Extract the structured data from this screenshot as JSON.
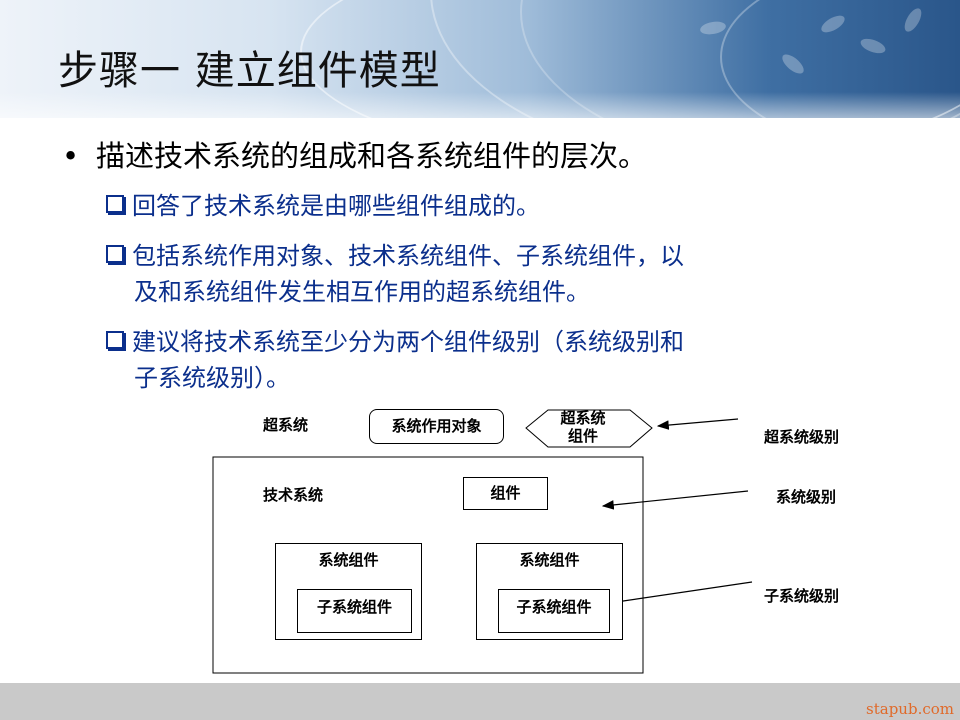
{
  "slide": {
    "title": "步骤一  建立组件模型",
    "bullet": "描述技术系统的组成和各系统组件的层次。",
    "subs": [
      {
        "lines": [
          "回答了技术系统是由哪些组件组成的。"
        ]
      },
      {
        "lines": [
          "包括系统作用对象、技术系统组件、子系统组件，以",
          "及和系统组件发生相互作用的超系统组件。"
        ]
      },
      {
        "lines": [
          "建议将技术系统至少分为两个组件级别（系统级别和",
          "子系统级别）。"
        ]
      }
    ]
  },
  "diagram": {
    "supersystem": "超系统",
    "object": "系统作用对象",
    "super_component_line1": "超系统",
    "super_component_line2": "组件",
    "tech_system": "技术系统",
    "component": "组件",
    "sys_component_left": "系统组件",
    "sys_component_right": "系统组件",
    "sub_component_left": "子系统组件",
    "sub_component_right": "子系统组件",
    "level_super": "超系统级别",
    "level_system": "系统级别",
    "level_sub": "子系统级别"
  },
  "footer": {
    "source": "stapub.com"
  }
}
